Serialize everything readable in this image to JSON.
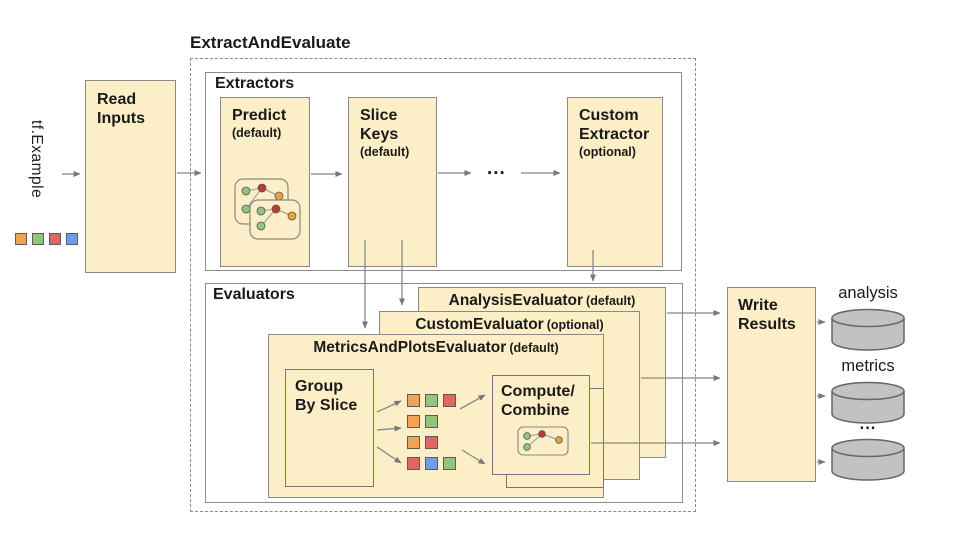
{
  "input": {
    "label": "tf.Example",
    "squares": [
      "orange",
      "green",
      "red",
      "blue"
    ]
  },
  "read_inputs": {
    "line1": "Read",
    "line2": "Inputs"
  },
  "pipeline": {
    "title": "ExtractAndEvaluate"
  },
  "extractors": {
    "label": "Extractors",
    "predict": {
      "title": "Predict",
      "subtitle": "(default)"
    },
    "slice_keys": {
      "line1": "Slice",
      "line2": "Keys",
      "subtitle": "(default)"
    },
    "ellipsis": "...",
    "custom": {
      "line1": "Custom",
      "line2": "Extractor",
      "subtitle": "(optional)"
    }
  },
  "evaluators": {
    "label": "Evaluators",
    "analysis": {
      "title": "AnalysisEvaluator",
      "subtitle": "(default)"
    },
    "custom": {
      "title": "CustomEvaluator",
      "subtitle": "(optional)"
    },
    "metrics_plots": {
      "title": "MetricsAndPlotsEvaluator",
      "subtitle": "(default)"
    },
    "group_by_slice": {
      "line1": "Group",
      "line2": "By Slice"
    },
    "slice_rows": [
      [
        "orange",
        "green",
        "red"
      ],
      [
        "orange",
        "green"
      ],
      [
        "orange",
        "red"
      ],
      [
        "red",
        "blue",
        "green"
      ]
    ],
    "compute_combine": {
      "line1": "Compute/",
      "line2": "Combine"
    }
  },
  "write_results": {
    "line1": "Write",
    "line2": "Results"
  },
  "outputs": {
    "labels": [
      "analysis",
      "metrics",
      "..."
    ]
  },
  "colors": {
    "box_fill": "#FCEEC6",
    "border_gray": "#8A8A8A",
    "cylinder_fill": "#C2C2C2",
    "orange": "#F2A254",
    "green": "#93C47D",
    "red": "#E06666",
    "blue": "#6D9EEB"
  }
}
